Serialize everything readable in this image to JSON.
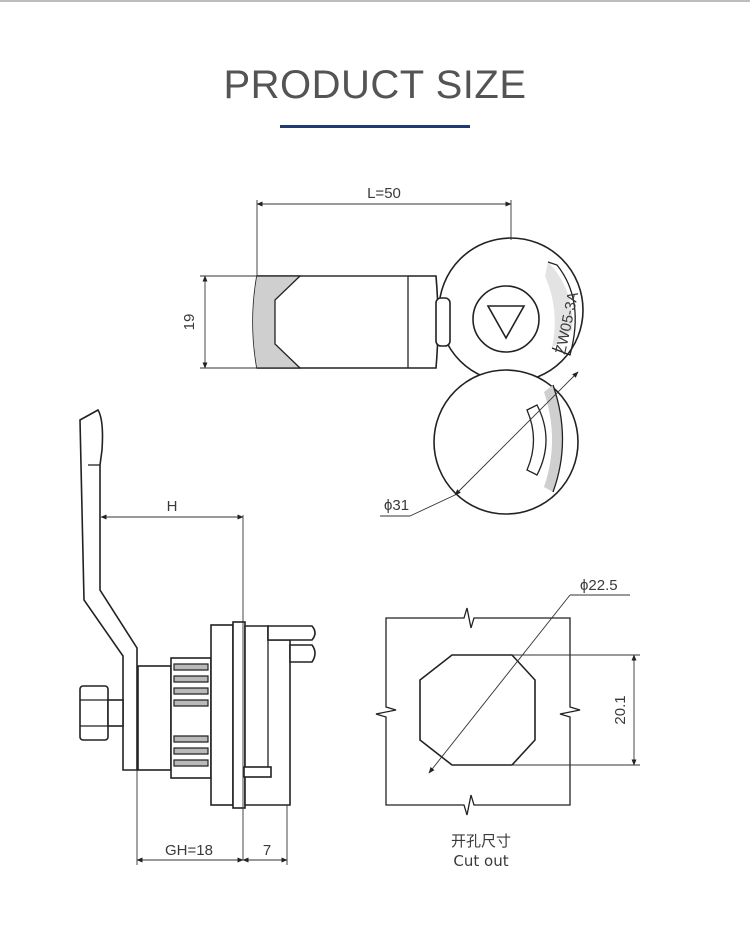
{
  "header": {
    "title": "PRODUCT SIZE",
    "accent_color": "#1e3a6e"
  },
  "top_view": {
    "length_label": "L=50",
    "height_label": "19",
    "face_marking": "ZW05-3A",
    "diameter_label": "ϕ31"
  },
  "side_view": {
    "h_label": "H",
    "gh_label": "GH=18",
    "seven_label": "7"
  },
  "cutout": {
    "diameter_label": "ϕ22.5",
    "flat_label": "20.1",
    "caption_cn": "开孔尺寸",
    "caption_en": "Cut out"
  }
}
